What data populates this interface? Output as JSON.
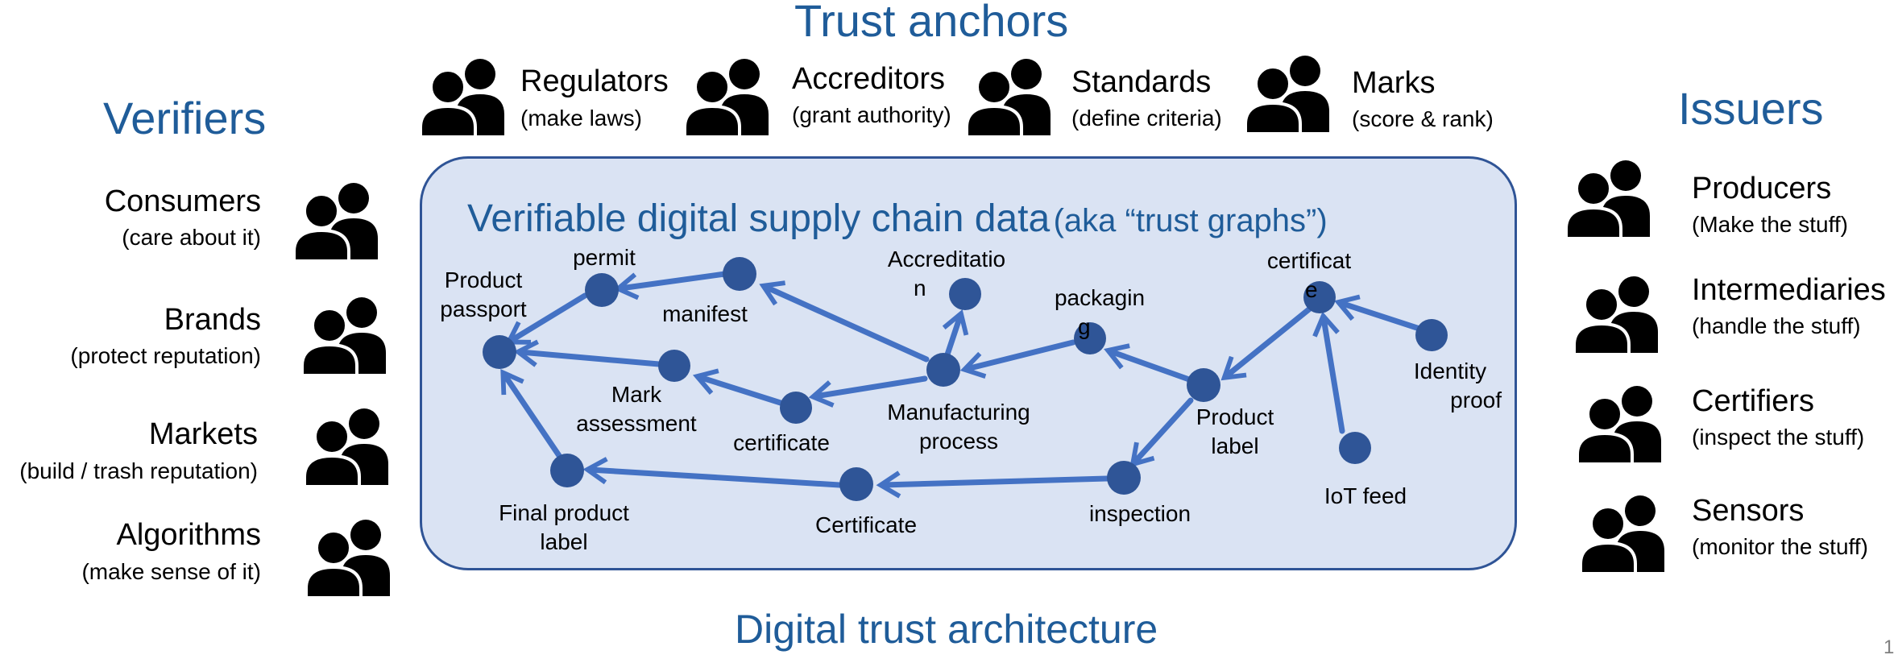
{
  "headings": {
    "trust_anchors": "Trust anchors",
    "verifiers": "Verifiers",
    "issuers": "Issuers",
    "footer": "Digital trust architecture",
    "page_number": "1"
  },
  "panel": {
    "title_main": "Verifiable digital supply chain data",
    "title_aside": "(aka “trust graphs”)"
  },
  "trust_anchors": [
    {
      "name": "Regulators",
      "desc": "(make laws)"
    },
    {
      "name": "Accreditors",
      "desc": "(grant authority)"
    },
    {
      "name": "Standards",
      "desc": "(define criteria)"
    },
    {
      "name": "Marks",
      "desc": "(score &  rank)"
    }
  ],
  "verifiers": [
    {
      "name": "Consumers",
      "desc": "(care about it)"
    },
    {
      "name": "Brands",
      "desc": "(protect reputation)"
    },
    {
      "name": "Markets",
      "desc": "(build / trash reputation)"
    },
    {
      "name": "Algorithms",
      "desc": "(make sense of it)"
    }
  ],
  "issuers": [
    {
      "name": "Producers",
      "desc": "(Make the stuff)"
    },
    {
      "name": "Intermediaries",
      "desc": "(handle the stuff)"
    },
    {
      "name": "Certifiers",
      "desc": "(inspect the stuff)"
    },
    {
      "name": "Sensors",
      "desc": "(monitor the stuff)"
    }
  ],
  "graph_nodes": {
    "product_passport": [
      "Product",
      "passport"
    ],
    "permit": [
      "permit"
    ],
    "manifest": [
      "manifest"
    ],
    "accreditation": [
      "Accreditatio",
      "n"
    ],
    "packaging": [
      "packagin",
      "g"
    ],
    "certificate_top": [
      "certificat",
      "e"
    ],
    "identity_proof": [
      "Identity",
      "proof"
    ],
    "mark_assessment": [
      "Mark",
      "assessment"
    ],
    "certificate_mid": [
      "certificate"
    ],
    "manufacturing_process": [
      "Manufacturing",
      "process"
    ],
    "product_label": [
      "Product",
      "label"
    ],
    "iot_feed": [
      "IoT feed"
    ],
    "final_product_label": [
      "Final product",
      "label"
    ],
    "certificate_bottom": [
      "Certificate"
    ],
    "inspection": [
      "inspection"
    ]
  },
  "colors": {
    "heading": "#1f5c99",
    "panel_fill": "#dae3f3",
    "panel_border": "#2f5496",
    "node": "#2f5597",
    "edge": "#4472c4"
  }
}
